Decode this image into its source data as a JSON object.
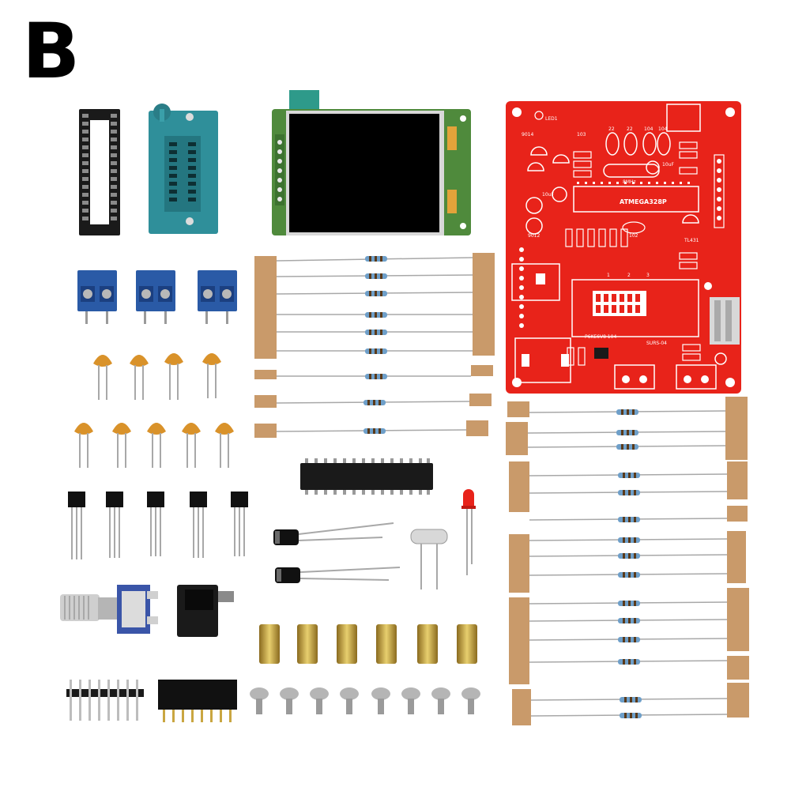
{
  "variant_letter": "B",
  "pcb_labels": {
    "mcu": "ATMEGA328P",
    "ic2": "TL431",
    "conn": "P6KE6V8 104",
    "sw": "SURS-04",
    "c1": "104",
    "c2": "104",
    "c3": "22",
    "c4": "22",
    "c5": "10uF",
    "c6": "10uF",
    "c7": "102",
    "c8": "8MHz",
    "led": "LED1",
    "q1": "9014",
    "q2": "9012",
    "r1": "103",
    "n1": "1",
    "n2": "2",
    "n3": "3"
  },
  "colors": {
    "pcb_red": "#e8231a",
    "lcd_board_green": "#4f8a3c",
    "zif_socket_teal": "#2f8f9a",
    "terminal_blue": "#2a5aa6",
    "capacitor_orange": "#d9922a",
    "tape_tan": "#c99a6a",
    "resistor_blue": "#6e9fc9",
    "brass": "#c9a641"
  }
}
